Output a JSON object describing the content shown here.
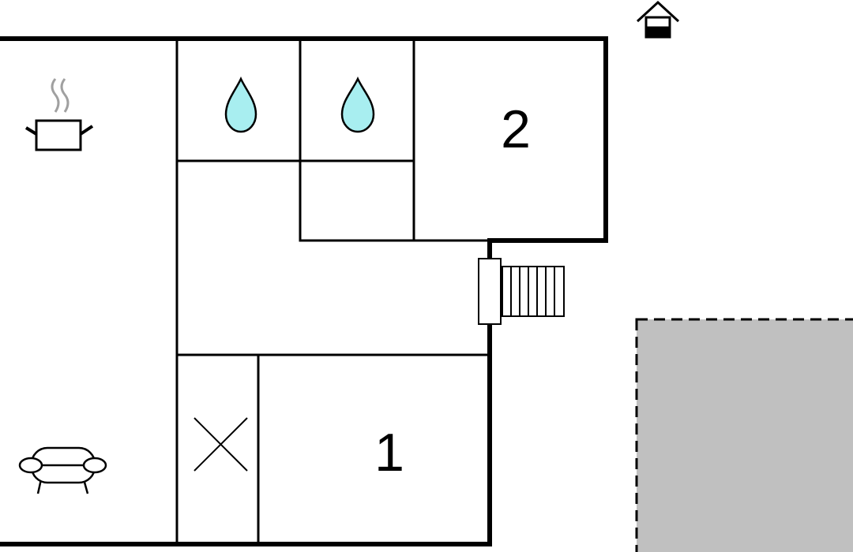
{
  "colors": {
    "wall": "#000000",
    "background": "#ffffff",
    "water_drop": "#a8eef0",
    "terrace": "#c0c0c0"
  },
  "rooms": {
    "bedroom_1": {
      "number": "1"
    },
    "bedroom_2": {
      "number": "2"
    }
  },
  "icons": {
    "entrance": "house-icon",
    "kitchen": "cooking-pot-icon",
    "living": "sofa-icon",
    "bathroom_1": "water-drop-icon",
    "bathroom_2": "water-drop-icon",
    "utility": "cross-icon",
    "stairs": "stairs-icon",
    "terrace": "terrace-area"
  }
}
